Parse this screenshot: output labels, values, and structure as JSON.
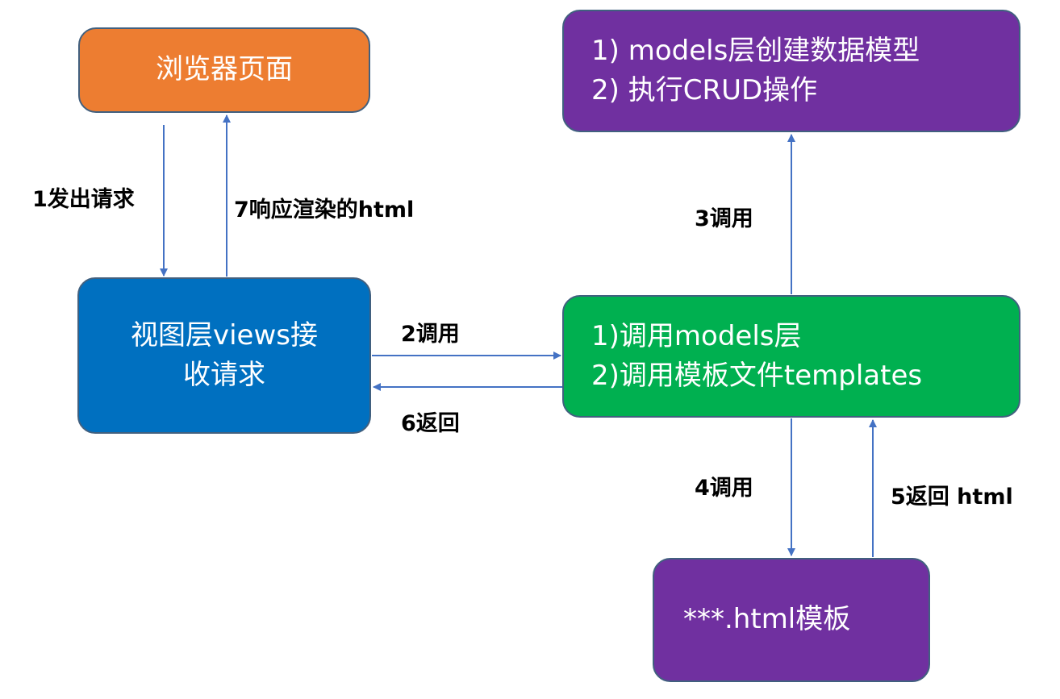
{
  "nodes": {
    "browser": {
      "label": "浏览器页面"
    },
    "models": {
      "line1": "1) models层创建数据模型",
      "line2": "2) 执行CRUD操作"
    },
    "views": {
      "line1": "视图层views接",
      "line2": "收请求"
    },
    "controller": {
      "line1": "1)调用models层",
      "line2": "2)调用模板文件templates"
    },
    "template": {
      "label": "***.html模板"
    }
  },
  "edges": {
    "e1": "1发出请求",
    "e2": "2调用",
    "e3": "3调用",
    "e4": "4调用",
    "e5": "5返回 html",
    "e6": "6返回",
    "e7": "7响应渲染的html"
  },
  "colors": {
    "browser": "#ed7d31",
    "views": "#0070c0",
    "controller": "#00b050",
    "models": "#7030a0",
    "template": "#7030a0",
    "arrow": "#4472c4"
  }
}
